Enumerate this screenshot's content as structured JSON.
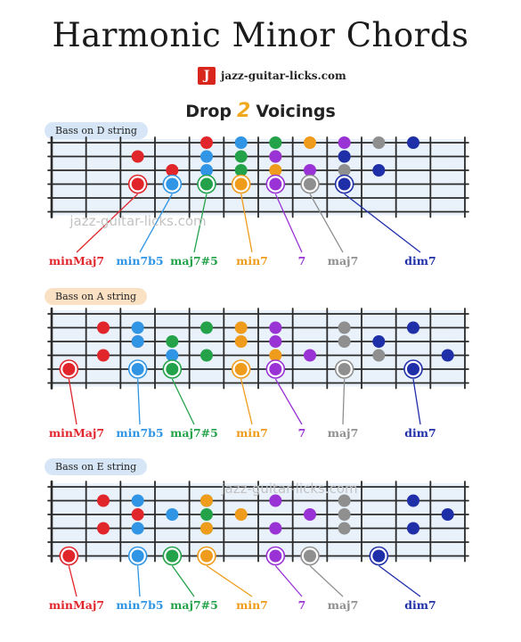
{
  "title": "Harmonic Minor Chords",
  "brand": {
    "logo": "J",
    "text": "jazz-guitar-licks.com"
  },
  "subtitle": {
    "before": "Drop",
    "number": "2",
    "after": "Voicings"
  },
  "watermark": "jazz-guitar-licks.com",
  "colors": {
    "minMaj7": "#e0262b",
    "min7b5": "#2f95e4",
    "maj7#5": "#24a24a",
    "min7": "#ef9b1c",
    "7": "#9a33d6",
    "maj7": "#8f8f8f",
    "dim7": "#1f2fa8"
  },
  "sections": [
    {
      "label": "Bass on D string",
      "label_style": "blue",
      "chords": [
        {
          "name": "minMaj7",
          "frets": [
            "x",
            "x",
            3,
            4,
            3,
            5
          ],
          "root": 3
        },
        {
          "name": "min7b5",
          "frets": [
            "x",
            "x",
            4,
            5,
            5,
            6
          ],
          "root": 3
        },
        {
          "name": "maj7#5",
          "frets": [
            "x",
            "x",
            5,
            6,
            6,
            7
          ],
          "root": 3
        },
        {
          "name": "min7",
          "frets": [
            "x",
            "x",
            6,
            7,
            7,
            8
          ],
          "root": 3
        },
        {
          "name": "7",
          "frets": [
            "x",
            "x",
            7,
            8,
            7,
            9
          ],
          "root": 3
        },
        {
          "name": "maj7",
          "frets": [
            "x",
            "x",
            8,
            9,
            9,
            10
          ],
          "root": 3
        },
        {
          "name": "dim7",
          "frets": [
            "x",
            "x",
            9,
            10,
            9,
            11
          ],
          "root": 3
        }
      ]
    },
    {
      "label": "Bass on A string",
      "label_style": "orange",
      "chords": [
        {
          "name": "minMaj7",
          "frets": [
            "x",
            1,
            2,
            3,
            2,
            "x"
          ],
          "root": 2
        },
        {
          "name": "min7b5",
          "frets": [
            "x",
            3,
            4,
            3,
            3,
            "x"
          ],
          "root": 2
        },
        {
          "name": "maj7#5",
          "frets": [
            "x",
            4,
            5,
            4,
            5,
            "x"
          ],
          "root": 2
        },
        {
          "name": "min7",
          "frets": [
            "x",
            6,
            7,
            6,
            6,
            "x"
          ],
          "root": 2
        },
        {
          "name": "7",
          "frets": [
            "x",
            7,
            8,
            7,
            7,
            "x"
          ],
          "root": 2
        },
        {
          "name": "maj7",
          "frets": [
            "x",
            9,
            10,
            9,
            9,
            "x"
          ],
          "root": 2
        },
        {
          "name": "dim7",
          "frets": [
            "x",
            11,
            12,
            10,
            11,
            "x"
          ],
          "root": 2
        }
      ]
    },
    {
      "label": "Bass on E string",
      "label_style": "blue",
      "chords": [
        {
          "name": "minMaj7",
          "frets": [
            1,
            "x",
            2,
            3,
            2,
            "x"
          ],
          "root": 1
        },
        {
          "name": "min7b5",
          "frets": [
            3,
            "x",
            3,
            4,
            3,
            "x"
          ],
          "root": 1
        },
        {
          "name": "maj7#5",
          "frets": [
            4,
            "x",
            5,
            5,
            5,
            "x"
          ],
          "root": 1
        },
        {
          "name": "min7",
          "frets": [
            5,
            "x",
            5,
            6,
            5,
            "x"
          ],
          "root": 1
        },
        {
          "name": "7",
          "frets": [
            7,
            "x",
            7,
            8,
            7,
            "x"
          ],
          "root": 1
        },
        {
          "name": "maj7",
          "frets": [
            8,
            "x",
            9,
            9,
            9,
            "x"
          ],
          "root": 1
        },
        {
          "name": "dim7",
          "frets": [
            10,
            "x",
            11,
            12,
            11,
            "x"
          ],
          "root": 1
        }
      ]
    }
  ]
}
